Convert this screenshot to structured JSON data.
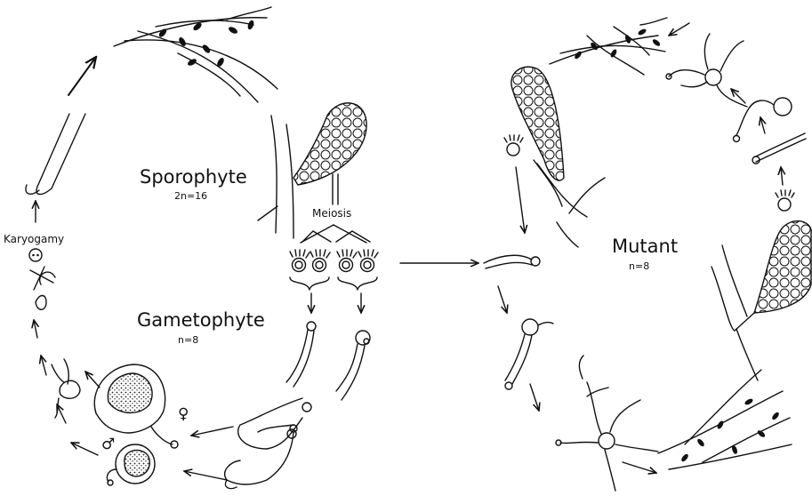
{
  "labels": {
    "sporophyte": "Sporophyte",
    "sporophyte_ploidy": "2n=16",
    "gametophyte": "Gametophyte",
    "gametophyte_ploidy": "n=8",
    "meiosis": "Meiosis",
    "karyogamy": "Karyogamy",
    "mutant": "Mutant",
    "mutant_ploidy": "n=8",
    "female_symbol": "♀",
    "male_symbol": "♂"
  },
  "colors": {
    "ink": "#111111",
    "paper": "#ffffff"
  }
}
